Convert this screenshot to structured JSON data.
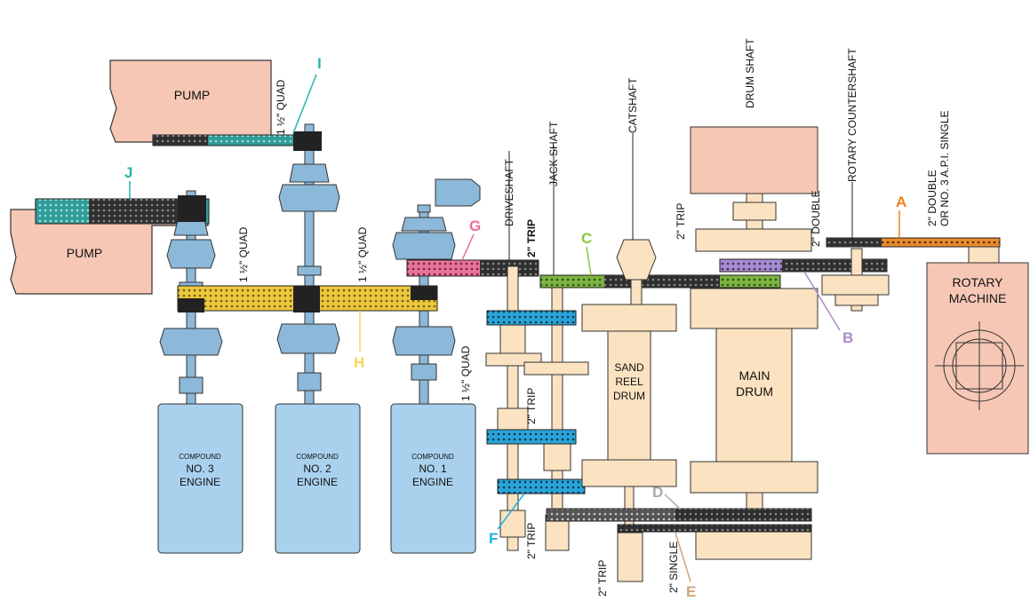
{
  "pumps": {
    "top_label": "PUMP",
    "left_label": "PUMP"
  },
  "engines": {
    "no3": {
      "line1": "COMPOUND",
      "line2": "NO. 3",
      "line3": "ENGINE"
    },
    "no2": {
      "line1": "COMPOUND",
      "line2": "NO. 2",
      "line3": "ENGINE"
    },
    "no1": {
      "line1": "COMPOUND",
      "line2": "NO. 1",
      "line3": "ENGINE"
    }
  },
  "drums": {
    "sand_reel": {
      "line1": "SAND",
      "line2": "REEL",
      "line3": "DRUM"
    },
    "main": {
      "line1": "MAIN",
      "line2": "DRUM"
    }
  },
  "rotary_machine": {
    "line1": "ROTARY",
    "line2": "MACHINE"
  },
  "shafts": {
    "driveshaft": "DRIVESHAFT",
    "jack_shaft": "JACK SHAFT",
    "catshaft": "CATSHAFT",
    "drum_shaft": "DRUM SHAFT",
    "rotary_countershaft": "ROTARY COUNTERSHAFT"
  },
  "chain_labels": {
    "quad_top": "1 ½\" QUAD",
    "quad_left": "1 ½\" QUAD",
    "quad_mid": "1 ½\" QUAD",
    "quad_low": "1 ½\" QUAD",
    "trip_drive": "2\" TRIP",
    "trip_catshaft": "2\" TRIP",
    "trip_mid": "2\" TRIP",
    "trip_lower": "2\" TRIP",
    "trip_bottom": "2\" TRIP",
    "double": "2\" DOUBLE",
    "double_api_1": "2\" DOUBLE",
    "double_api_2": "OR NO. 3 A.P.I. SINGLE",
    "single": "2\" SINGLE"
  },
  "letters": {
    "A": {
      "text": "A",
      "color": "#f0821e"
    },
    "B": {
      "text": "B",
      "color": "#a98bc6"
    },
    "C": {
      "text": "C",
      "color": "#8cc63f"
    },
    "D": {
      "text": "D",
      "color": "#a7a9ac"
    },
    "E": {
      "text": "E",
      "color": "#d2a679"
    },
    "F": {
      "text": "F",
      "color": "#1ab2e3"
    },
    "G": {
      "text": "G",
      "color": "#ee6b8f"
    },
    "H": {
      "text": "H",
      "color": "#f7d55a"
    },
    "I": {
      "text": "I",
      "color": "#26b5a8"
    },
    "J": {
      "text": "J",
      "color": "#26b5a8"
    }
  },
  "colors": {
    "pump_fill": "#f6c7b4",
    "engine_fill": "#a9d1ee",
    "drum_fill": "#fbe2c0",
    "shaft_blue": "#8cb8d9",
    "chain_teal": "#3fa5a0",
    "chain_yellow": "#f1d24f",
    "chain_pink": "#e8739a",
    "chain_green": "#7cb342",
    "chain_purple": "#9f7fc7",
    "chain_orange": "#e88a2c",
    "chain_dark": "#3a3a3a",
    "chain_blue": "#2aa4d8"
  }
}
